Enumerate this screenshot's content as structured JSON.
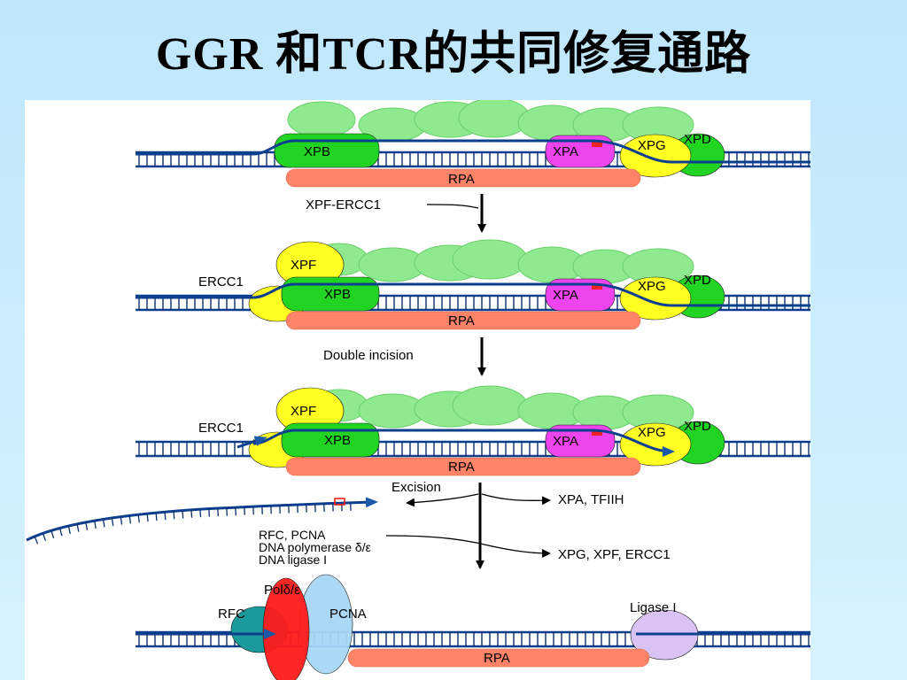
{
  "slide": {
    "title": "GGR 和TCR的共同修复通路"
  },
  "proteins": {
    "xpb": "XPB",
    "xpa": "XPA",
    "xpg": "XPG",
    "xpd": "XPD",
    "rpa": "RPA",
    "xpf": "XPF",
    "ercc1": "ERCC1",
    "rfc": "RFC",
    "pold": "Polδ/ε",
    "pcna": "PCNA",
    "ligase": "Ligase I"
  },
  "steps": {
    "step1": "XPF-ERCC1",
    "step2": "Double incision",
    "step3": "Excision"
  },
  "released": {
    "r1": "XPA, TFIIH",
    "r2": "XPG, XPF, ERCC1"
  },
  "synthesis_factors": {
    "line1": "RFC, PCNA",
    "line2": "DNA polymerase δ/ε",
    "line3": "DNA ligase I"
  },
  "colors": {
    "dna": "#0d3f8f",
    "tfiih": "#8fea8f",
    "xpb": "#22d422",
    "xpa": "#ee44ee",
    "xpg": "#ffff22",
    "xpd": "#22d422",
    "rpa": "#ff8366",
    "xpf": "#ffff22",
    "rfc": "#1a9a9a",
    "pold": "#ff1a1a",
    "pcna": "#a6d6f4",
    "ligase": "#d9c3f5",
    "lesion": "#ee2222",
    "arrow_blue": "#1a5aa8"
  }
}
